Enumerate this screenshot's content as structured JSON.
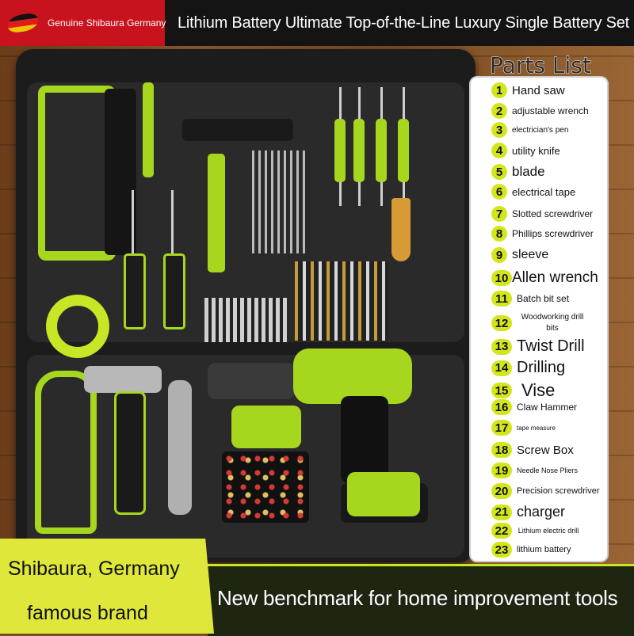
{
  "banner": {
    "brand_tag": "Genuine Shibaura Germany",
    "headline": "Lithium Battery Ultimate Top-of-the-Line Luxury Single Battery Set"
  },
  "parts_list": {
    "title": "Parts List",
    "items": [
      {
        "num": "1",
        "label": "Hand saw"
      },
      {
        "num": "2",
        "label": "adjustable wrench"
      },
      {
        "num": "3",
        "label": "electrician's pen"
      },
      {
        "num": "4",
        "label": "utility knife"
      },
      {
        "num": "5",
        "label": "blade"
      },
      {
        "num": "6",
        "label": "electrical tape"
      },
      {
        "num": "7",
        "label": "Slotted screwdriver"
      },
      {
        "num": "8",
        "label": "Phillips screwdriver"
      },
      {
        "num": "9",
        "label": "sleeve"
      },
      {
        "num": "10",
        "label": "Allen wrench"
      },
      {
        "num": "11",
        "label": "Batch bit set"
      },
      {
        "num": "12",
        "label": "Woodworking drill bits"
      },
      {
        "num": "13",
        "label": "Twist Drill"
      },
      {
        "num": "14",
        "label": "Drilling"
      },
      {
        "num": "15",
        "label": "Vise"
      },
      {
        "num": "16",
        "label": "Claw Hammer"
      },
      {
        "num": "17",
        "label": "tape measure"
      },
      {
        "num": "18",
        "label": "Screw Box"
      },
      {
        "num": "19",
        "label": "Needle Nose Pliers"
      },
      {
        "num": "20",
        "label": "Precision screwdriver"
      },
      {
        "num": "21",
        "label": "charger"
      },
      {
        "num": "22",
        "label": "Lithium electric drill"
      },
      {
        "num": "23",
        "label": "lithium battery"
      }
    ]
  },
  "bottom": {
    "left_line1": "Shibaura, Germany",
    "left_line2": "famous brand",
    "right_text": "New benchmark for home improvement tools"
  },
  "colors": {
    "accent": "#a7d61f",
    "banner_red": "#c8121d",
    "case": "#1c1c1c"
  }
}
